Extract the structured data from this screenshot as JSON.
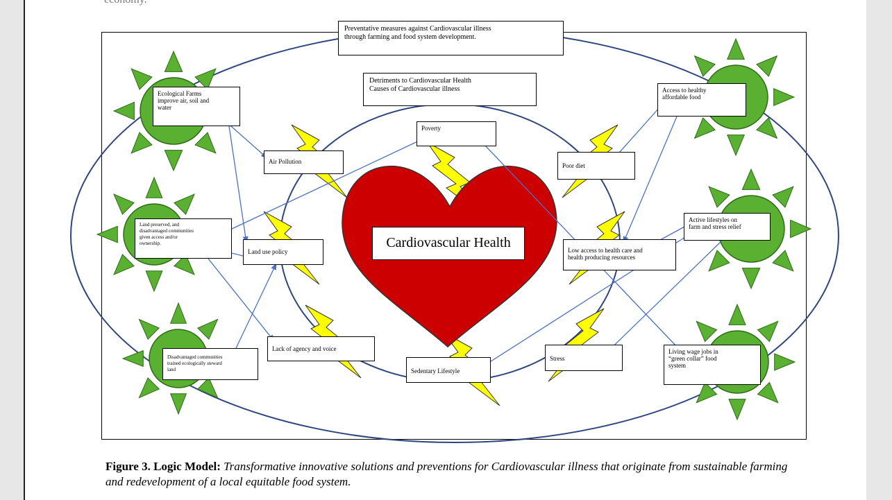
{
  "top_fragment": "economy.",
  "diagram": {
    "outer_title": "Preventative measures against Cardiovascular illness\nthrough farming and food system development.",
    "inner_title": "Detriments to Cardiovascular Health\nCauses of Cardiovascular illness",
    "heart_label": "Cardiovascular Health",
    "detriments": {
      "poverty": "Poverty",
      "air_pollution": "Air Pollution",
      "poor_diet": "Poor diet",
      "land_use_policy": "Land use policy",
      "low_access": "Low access to health care and\nhealth producing resources",
      "lack_of_agency": "Lack of agency and voice",
      "sedentary": "Sedentary Lifestyle",
      "stress": "Stress"
    },
    "solutions": {
      "ecological_farms": "Ecological Farms\nimprove air, soil and\nwater",
      "land_preserved": "Land preserved, and\ndisadvantaged communities\ngiven access and/or\nownership.",
      "disadvantaged_trained": "Disadvantaged communities\ntrained ecologically steward\nland",
      "healthy_food": "Access to healthy\naffordable food",
      "active_lifestyles": "Active lifestyles on\nfarm and stress relief",
      "living_wage": "Living wage jobs in\n“green collar” food\nsystem"
    },
    "colors": {
      "heart": "#cc0000",
      "sun": "#5ab030",
      "lightning": "#ffff00",
      "ellipse": "#2e4680",
      "arrow": "#4a72c4"
    }
  },
  "caption": {
    "label": "Figure 3. Logic Model:",
    "text": "Transformative innovative solutions and preventions for Cardiovascular illness that originate from sustainable farming and redevelopment of a local equitable food system."
  }
}
